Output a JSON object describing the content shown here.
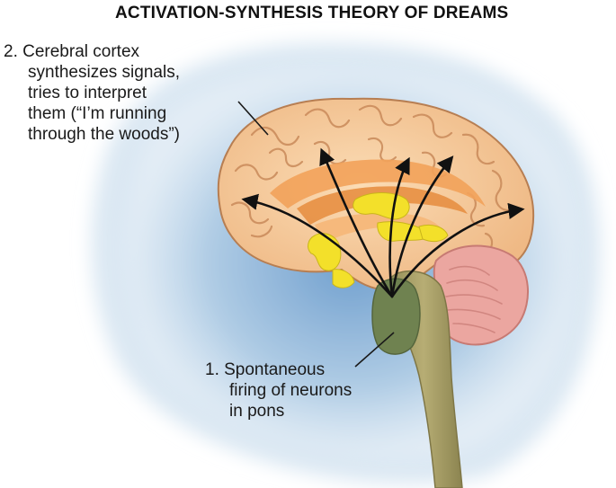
{
  "title": "ACTIVATION-SYNTHESIS THEORY OF DREAMS",
  "labels": {
    "cortex": {
      "lines": [
        "2. Cerebral cortex",
        "synthesizes signals,",
        "tries to interpret",
        "them (“I’m running",
        "through the woods”)"
      ]
    },
    "pons": {
      "lines": [
        "1. Spontaneous",
        "firing of neurons",
        "in pons"
      ]
    }
  },
  "colors": {
    "halo": "#a9c8e3",
    "halo_edge": "#d9e7f2",
    "cortex": "#f6cfa2",
    "gyri": "#c98a5a",
    "limbic": "#f2a25a",
    "yellow_structures": "#f3e02a",
    "cerebellum": "#eba6a0",
    "brainstem": "#a49a62",
    "pons": "#6f8250",
    "arrow": "#111111"
  }
}
